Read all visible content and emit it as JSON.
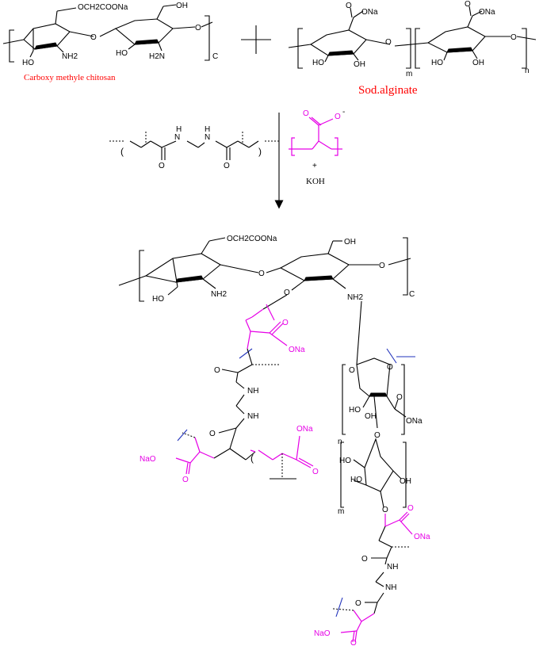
{
  "labels": {
    "cmc_substituent": "OCH2COONa",
    "oh": "OH",
    "ho": "HO",
    "nh2": "NH2",
    "h2n": "H2N",
    "o": "O",
    "c_sub": "C",
    "n_sub": "n",
    "m_sub": "m",
    "ona": "ONa",
    "nao": "NaO",
    "nh": "NH",
    "h": "H",
    "n_atom": "N",
    "o_minus": "O",
    "minus": "-",
    "plus": "+",
    "koh": "KOH",
    "cmc_name": "Carboxy methyle chitosan",
    "alginate_name": "Sod.alginate"
  },
  "colors": {
    "black": "#000000",
    "magenta": "#e600e6",
    "blue": "#2233bb",
    "red": "#ff0000"
  },
  "icons": {
    "reaction_arrow": "arrow-down-icon"
  }
}
